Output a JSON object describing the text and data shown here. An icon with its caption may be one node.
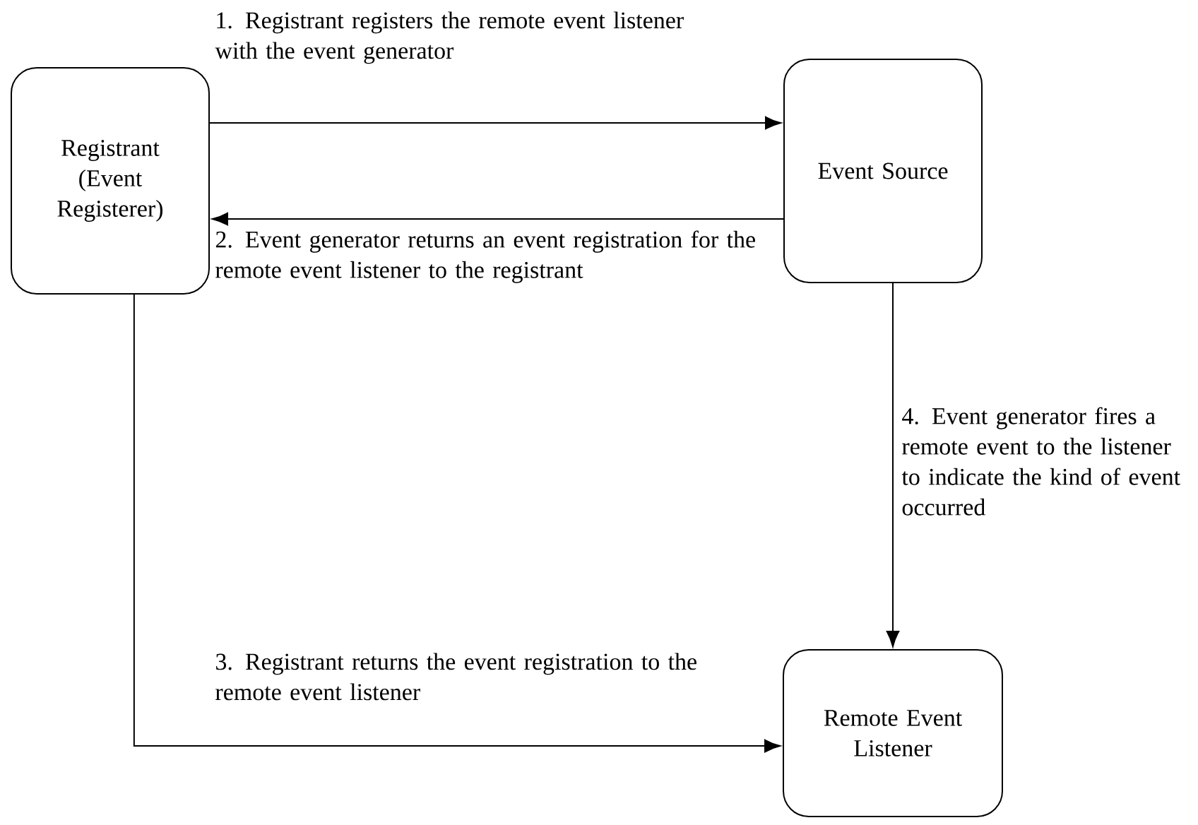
{
  "diagram": {
    "nodes": [
      {
        "text": [
          "Registrant (Event Registerer)"
        ]
      },
      {
        "text": [
          "Event Source"
        ]
      },
      {
        "text": [
          "Remote Event Listener"
        ]
      }
    ],
    "edges": [
      {
        "from": 0,
        "to": 1,
        "arrow": "to",
        "label": "1. Registrant registers the remote event listener with the event generator"
      },
      {
        "from": 1,
        "to": 0,
        "arrow": "to",
        "label": "2. Event generator returns an event registration for the remote event listener to the registrant"
      },
      {
        "from": 0,
        "to": 2,
        "arrow": "to",
        "label": "3. Registrant returns the event registration to the remote event listener"
      },
      {
        "from": 1,
        "to": 2,
        "arrow": "to",
        "label": "4. Event generator fires a remote event to the listener to indicate the kind of event occurred"
      }
    ]
  }
}
